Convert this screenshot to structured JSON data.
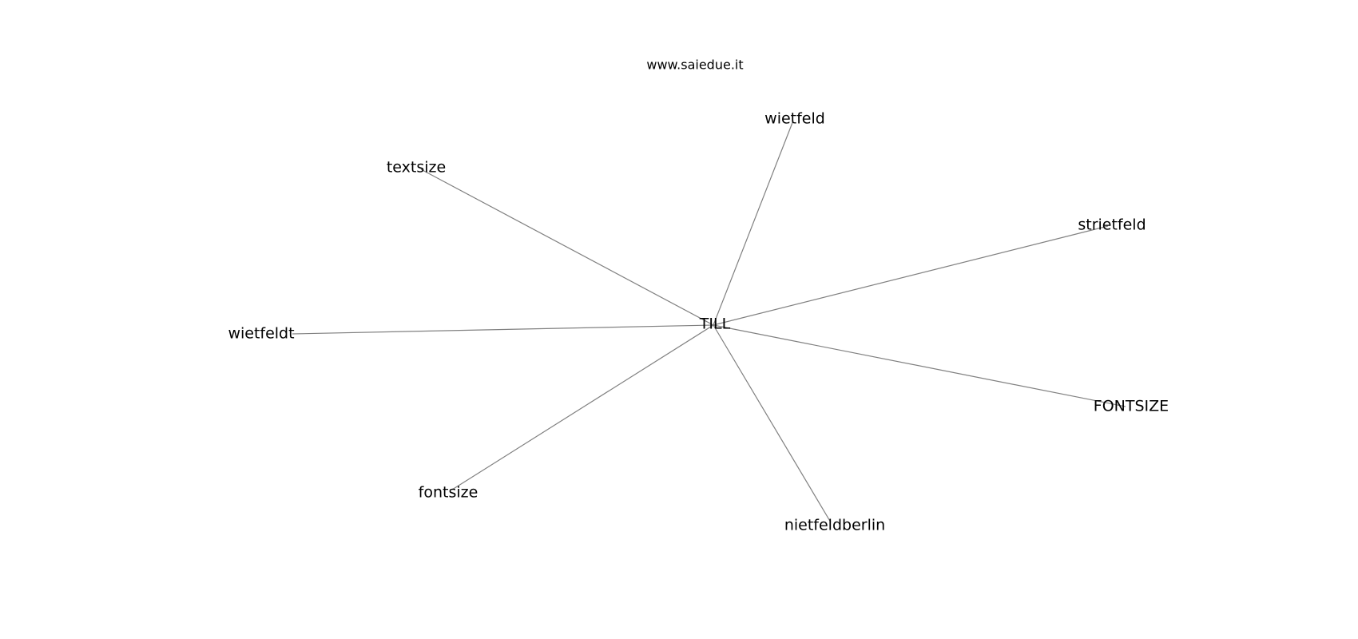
{
  "header": {
    "site": "www.saiedue.it"
  },
  "graph": {
    "center": {
      "id": "till",
      "label": "TILL"
    },
    "nodes": [
      {
        "id": "wietfeld",
        "label": "wietfeld"
      },
      {
        "id": "textsize",
        "label": "textsize"
      },
      {
        "id": "strietfeld",
        "label": "strietfeld"
      },
      {
        "id": "wietfeldt",
        "label": "wietfeldt"
      },
      {
        "id": "fontsize-upper",
        "label": "FONTSIZE"
      },
      {
        "id": "fontsize",
        "label": "fontsize"
      },
      {
        "id": "nietfeldberlin",
        "label": "nietfeldberlin"
      }
    ],
    "edges": [
      {
        "from": "till",
        "to": "wietfeld"
      },
      {
        "from": "till",
        "to": "textsize"
      },
      {
        "from": "till",
        "to": "strietfeld"
      },
      {
        "from": "till",
        "to": "wietfeldt"
      },
      {
        "from": "till",
        "to": "fontsize-upper"
      },
      {
        "from": "till",
        "to": "fontsize"
      },
      {
        "from": "till",
        "to": "nietfeldberlin"
      }
    ],
    "edge_color": "#808080"
  }
}
